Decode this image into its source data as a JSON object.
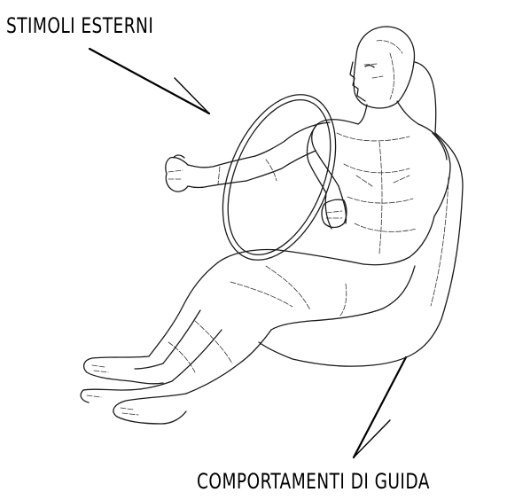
{
  "labels": {
    "input": "STIMOLI ESTERNI",
    "output": "COMPORTAMENTI DI GUIDA"
  },
  "illustration": {
    "subject": "driver-seated-at-steering-wheel",
    "style": "line-art",
    "stroke_color": "#000000",
    "background_color": "#ffffff"
  },
  "arrows": [
    {
      "from": "input",
      "to": "driver",
      "direction": "down-right"
    },
    {
      "from": "driver",
      "to": "output",
      "direction": "down-left"
    }
  ]
}
